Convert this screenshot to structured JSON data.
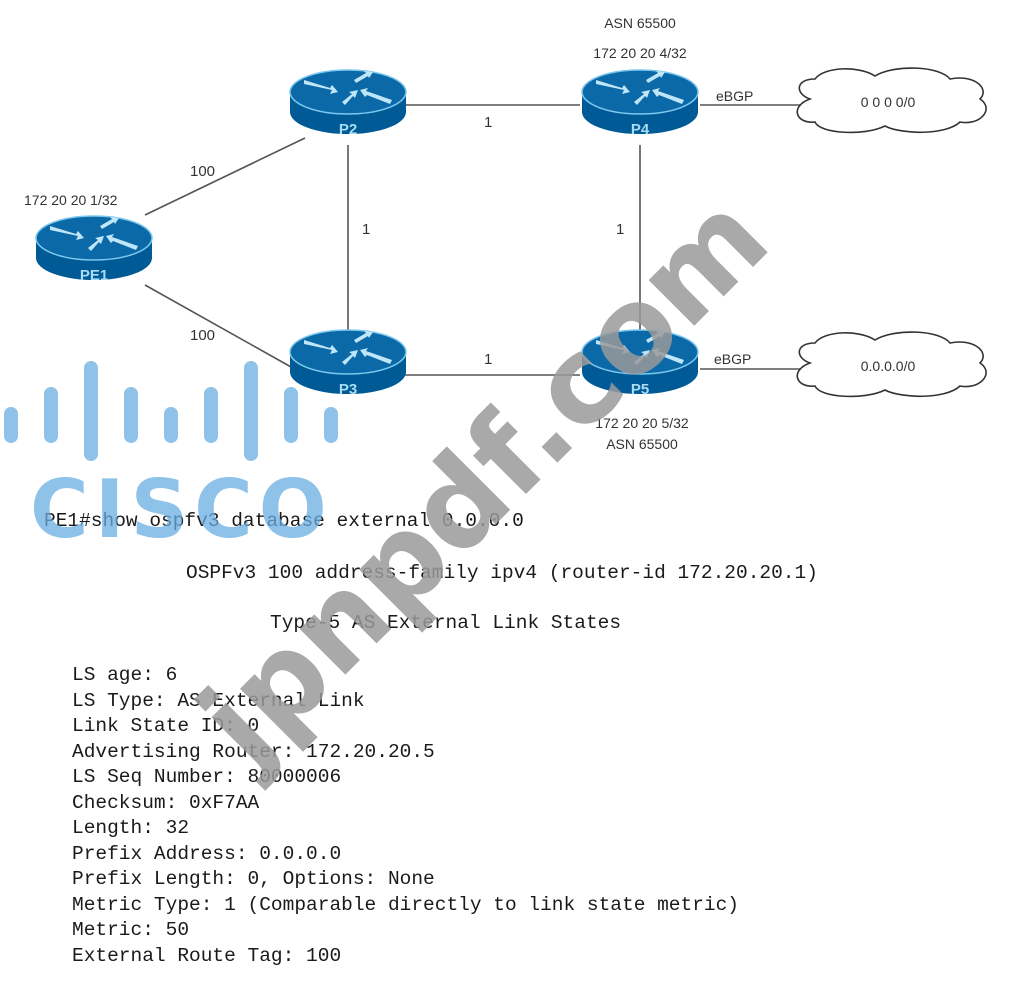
{
  "diagram": {
    "routers": [
      {
        "id": "PE1",
        "label": "PE1",
        "loopback": "172 20 20 1/32"
      },
      {
        "id": "P2",
        "label": "P2"
      },
      {
        "id": "P3",
        "label": "P3"
      },
      {
        "id": "P4",
        "label": "P4",
        "asn": "ASN 65500",
        "loopback": "172 20 20 4/32"
      },
      {
        "id": "P5",
        "label": "P5",
        "asn": "ASN 65500",
        "loopback": "172 20 20 5/32"
      }
    ],
    "links": [
      {
        "from": "PE1",
        "to": "P2",
        "cost": "100"
      },
      {
        "from": "PE1",
        "to": "P3",
        "cost": "100"
      },
      {
        "from": "P2",
        "to": "P4",
        "cost": "1"
      },
      {
        "from": "P2",
        "to": "P3",
        "cost": "1"
      },
      {
        "from": "P4",
        "to": "P5",
        "cost": "1"
      },
      {
        "from": "P3",
        "to": "P5",
        "cost": "1"
      }
    ],
    "external": [
      {
        "router": "P4",
        "protocol": "eBGP",
        "cloud_label": "0 0 0 0/0"
      },
      {
        "router": "P5",
        "protocol": "eBGP",
        "cloud_label": "0.0.0.0/0"
      }
    ],
    "colors": {
      "router_fill": "#005a96",
      "router_top": "#0b69a8",
      "router_arrows": "#bfe6f8",
      "link": "#555555"
    }
  },
  "cli": {
    "command": "PE1#show ospfv3 database external 0.0.0.0",
    "process_header": "OSPFv3 100 address-family ipv4 (router-id 172.20.20.1)",
    "section_title": "Type-5 AS External Link States",
    "fields": [
      "LS age: 6",
      "LS Type: AS External Link",
      "Link State ID: 0",
      "Advertising Router: 172.20.20.5",
      "LS Seq Number: 80000006",
      "Checksum: 0xF7AA",
      "Length: 32",
      "Prefix Address: 0.0.0.0",
      "Prefix Length: 0, Options: None",
      "Metric Type: 1 (Comparable directly to link state metric)",
      "Metric: 50",
      "External Route Tag: 100"
    ]
  },
  "watermarks": {
    "logo_text": "CISCO",
    "logo_color": "#6aaee0",
    "site_text": "jpnpdf.com",
    "site_color": "#9a9a9a"
  }
}
